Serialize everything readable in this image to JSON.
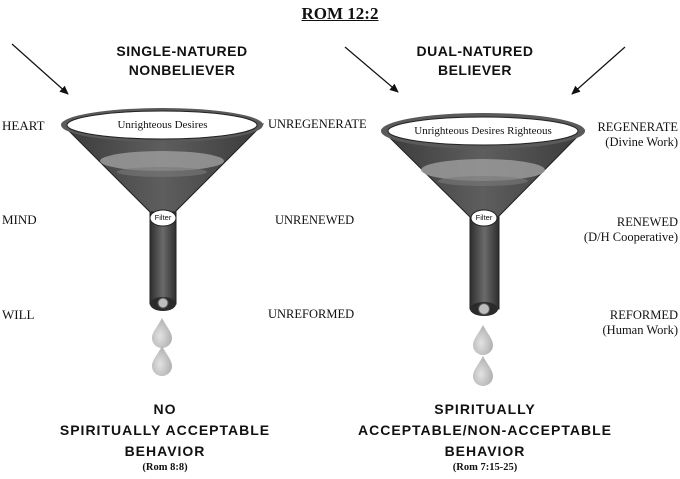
{
  "title": "ROM 12:2",
  "left": {
    "heading_line1": "SINGLE-NATURED",
    "heading_line2": "NONBELIEVER",
    "funnel_text": "Unrighteous Desires",
    "filter_label": "Filter",
    "stage_heart": "UNREGENERATE",
    "stage_mind": "UNRENEWED",
    "stage_will": "UNREFORMED",
    "outcome_line1": "NO",
    "outcome_line2": "SPIRITUALLY ACCEPTABLE",
    "outcome_line3": "BEHAVIOR",
    "reference": "(Rom 8:8)"
  },
  "right": {
    "heading_line1": "DUAL-NATURED",
    "heading_line2": "BELIEVER",
    "funnel_text": "Unrighteous Desires Righteous",
    "filter_label": "Filter",
    "stage_heart": "REGENERATE",
    "stage_heart_note": "(Divine Work)",
    "stage_mind": "RENEWED",
    "stage_mind_note": "(D/H Cooperative)",
    "stage_will": "REFORMED",
    "stage_will_note": "(Human Work)",
    "outcome_line1": "SPIRITUALLY",
    "outcome_line2": "ACCEPTABLE/NON-ACCEPTABLE",
    "outcome_line3": "BEHAVIOR",
    "reference": "(Rom 7:15-25)"
  },
  "rows": {
    "heart": "HEART",
    "mind": "MIND",
    "will": "WILL"
  },
  "colors": {
    "funnel_dark": "#3c3c3c",
    "funnel_mid": "#6d6d6d",
    "liquid": "#9a9a9a",
    "drop": "#bdbdbd",
    "ink": "#111111"
  }
}
